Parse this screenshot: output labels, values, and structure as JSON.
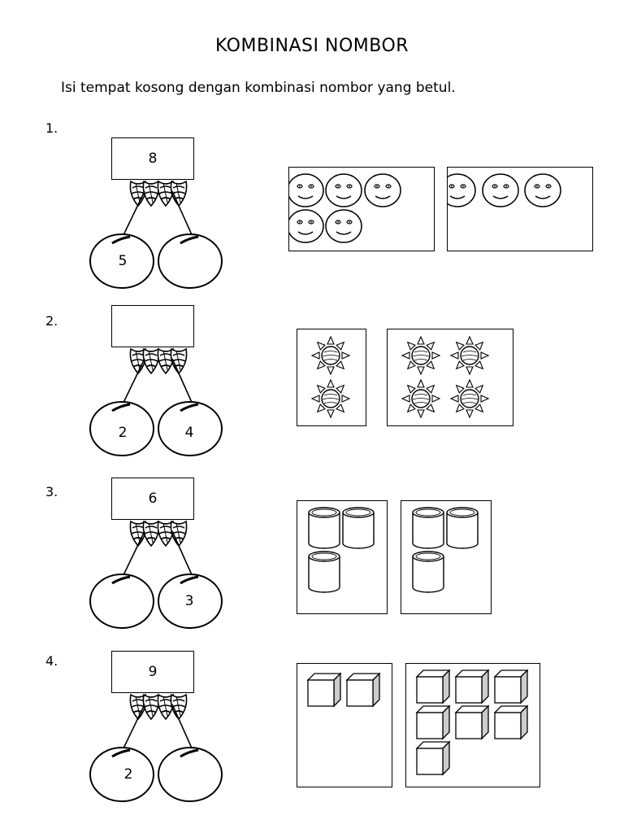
{
  "page": {
    "title": "KOMBINASI NOMBOR",
    "instruction": "Isi tempat kosong dengan kombinasi nombor yang betul."
  },
  "questions": [
    {
      "number": "1.",
      "total": "8",
      "left": "5",
      "right": "",
      "icon": "smiley-face-icon",
      "group_a_count": 5,
      "group_b_count": 3
    },
    {
      "number": "2.",
      "total": "",
      "left": "2",
      "right": "4",
      "icon": "sun-icon",
      "group_a_count": 2,
      "group_b_count": 4
    },
    {
      "number": "3.",
      "total": "6",
      "left": "",
      "right": "3",
      "icon": "cylinder-icon",
      "group_a_count": 3,
      "group_b_count": 3
    },
    {
      "number": "4.",
      "total": "9",
      "left": "2",
      "right": "",
      "icon": "cube-icon",
      "group_a_count": 2,
      "group_b_count": 7
    }
  ]
}
